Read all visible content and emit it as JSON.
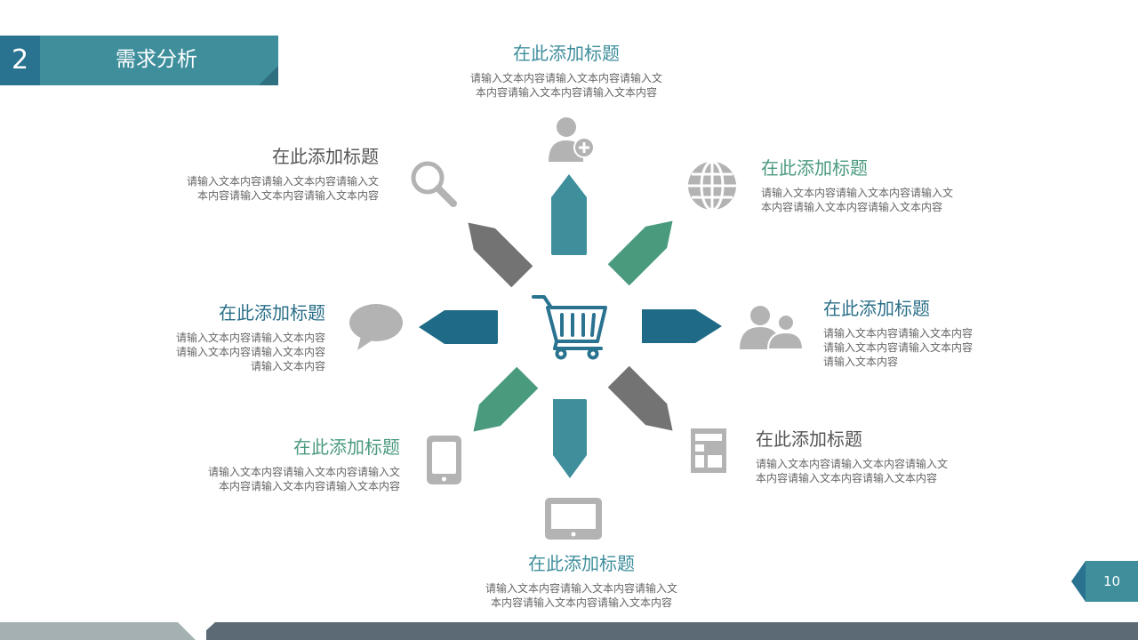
{
  "header": {
    "number": "2",
    "title": "需求分析"
  },
  "page_number": "10",
  "colors": {
    "teal": "#3e8e9c",
    "green": "#4a9a7e",
    "dark_blue": "#1f6a87",
    "gray": "#737373",
    "icon_gray": "#b3b3b3"
  },
  "center": {
    "icon": "shopping-cart-icon"
  },
  "blocks": [
    {
      "id": "top",
      "title": "在此添加标题",
      "lines": [
        "请输入文本内容请输入文本内容请输入文",
        "本内容请输入文本内容请输入文本内容"
      ],
      "icon": "add-user-icon"
    },
    {
      "id": "upper-right",
      "title": "在此添加标题",
      "lines": [
        "请输入文本内容请输入文本内容请输入文",
        "本内容请输入文本内容请输入文本内容"
      ],
      "icon": "globe-icon"
    },
    {
      "id": "right",
      "title": "在此添加标题",
      "lines": [
        "请输入文本内容请输入文本内容",
        "请输入文本内容请输入文本内容",
        "请输入文本内容"
      ],
      "icon": "users-icon"
    },
    {
      "id": "lower-right",
      "title": "在此添加标题",
      "lines": [
        "请输入文本内容请输入文本内容请输入文",
        "本内容请输入文本内容请输入文本内容"
      ],
      "icon": "layout-icon"
    },
    {
      "id": "bottom",
      "title": "在此添加标题",
      "lines": [
        "请输入文本内容请输入文本内容请输入文",
        "本内容请输入文本内容请输入文本内容"
      ],
      "icon": "tablet-icon"
    },
    {
      "id": "lower-left",
      "title": "在此添加标题",
      "lines": [
        "请输入文本内容请输入文本内容请输入文",
        "本内容请输入文本内容请输入文本内容"
      ],
      "icon": "mobile-phone-icon"
    },
    {
      "id": "left",
      "title": "在此添加标题",
      "lines": [
        "请输入文本内容请输入文本内容",
        "请输入文本内容请输入文本内容",
        "请输入文本内容"
      ],
      "icon": "speech-bubble-icon"
    },
    {
      "id": "upper-left",
      "title": "在此添加标题",
      "lines": [
        "请输入文本内容请输入文本内容请输入文",
        "本内容请输入文本内容请输入文本内容"
      ],
      "icon": "search-icon"
    }
  ]
}
